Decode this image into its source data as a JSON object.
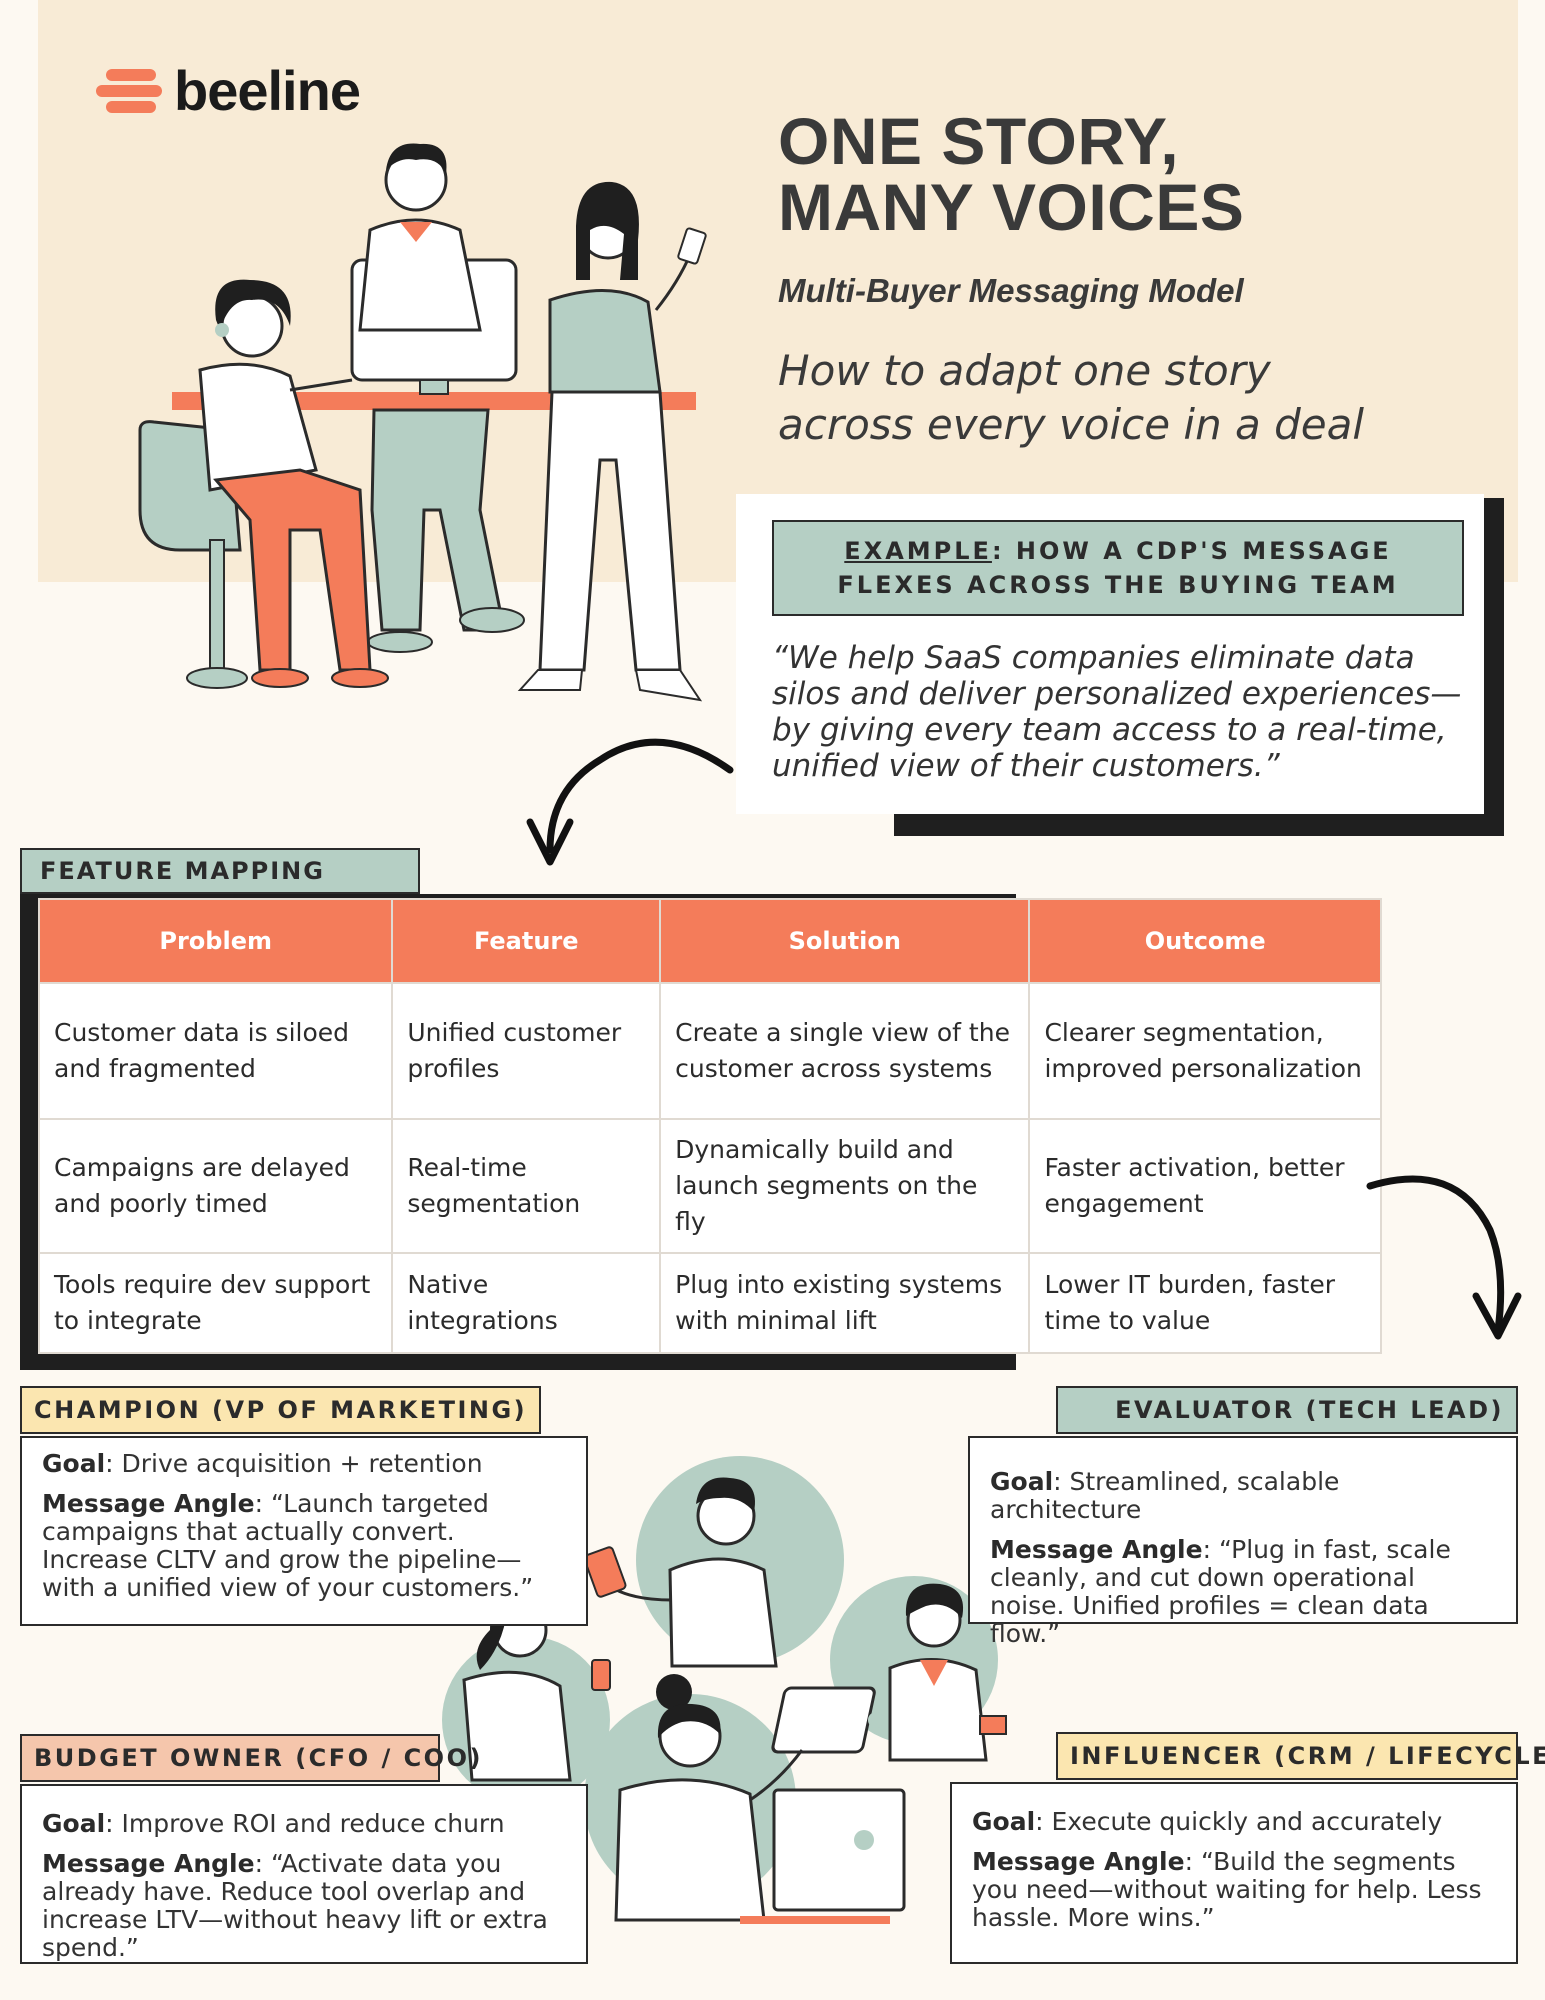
{
  "brand": {
    "name": "beeline"
  },
  "header": {
    "title_line1": "ONE STORY,",
    "title_line2": "MANY VOICES",
    "subtitle": "Multi-Buyer Messaging Model",
    "tagline_line1": "How to adapt one story",
    "tagline_line2": "across every voice in a deal"
  },
  "example": {
    "label_keyword": "EXAMPLE",
    "label_rest_line1": ": HOW A CDP'S MESSAGE",
    "label_line2": "FLEXES ACROSS  THE BUYING TEAM",
    "quote": "“We help SaaS companies eliminate data silos and deliver personalized experiences—by giving every team access to a real-time, unified view of their customers.”"
  },
  "feature_mapping": {
    "label": "FEATURE MAPPING",
    "headers": [
      "Problem",
      "Feature",
      "Solution",
      "Outcome"
    ],
    "rows": [
      [
        "Customer data is siloed and fragmented",
        "Unified customer profiles",
        "Create a single view of the customer across systems",
        "Clearer segmentation, improved personalization"
      ],
      [
        "Campaigns are delayed and poorly timed",
        "Real-time segmentation",
        "Dynamically build and launch segments on the fly",
        "Faster activation, better engagement"
      ],
      [
        "Tools require dev support to integrate",
        "Native integrations",
        "Plug into existing systems with minimal lift",
        "Lower IT burden, faster time to value"
      ]
    ]
  },
  "personas": {
    "champion": {
      "label": "CHAMPION (VP OF MARKETING)",
      "goal_key": "Goal",
      "goal": ": Drive acquisition + retention",
      "angle_key": "Message Angle",
      "angle": ": “Launch targeted campaigns that actually convert. Increase CLTV and grow the pipeline—with a unified view of your customers.”"
    },
    "evaluator": {
      "label": "EVALUATOR (TECH LEAD)",
      "goal_key": "Goal",
      "goal": ": Streamlined, scalable architecture",
      "angle_key": "Message Angle",
      "angle": ": “Plug in fast, scale cleanly, and cut down operational noise. Unified profiles = clean data flow.”"
    },
    "budget_owner": {
      "label": "BUDGET OWNER (CFO / COO)",
      "goal_key": "Goal",
      "goal": ": Improve ROI and reduce churn",
      "angle_key": "Message Angle",
      "angle": ": “Activate data you already have. Reduce tool overlap and increase LTV—without heavy lift or extra spend.”"
    },
    "influencer": {
      "label": "INFLUENCER (CRM / LIFECYCLE)",
      "goal_key": "Goal",
      "goal": ": Execute quickly and accurately",
      "angle_key": "Message Angle",
      "angle": ": “Build the segments you need—without waiting for help. Less hassle. More wins.”"
    }
  },
  "colors": {
    "coral": "#f47c5a",
    "sage": "#b5cfc4",
    "cream": "#f8ebd6",
    "yellow": "#fbe6b0",
    "peach": "#f5c6ac",
    "ink": "#2b2b2b"
  }
}
